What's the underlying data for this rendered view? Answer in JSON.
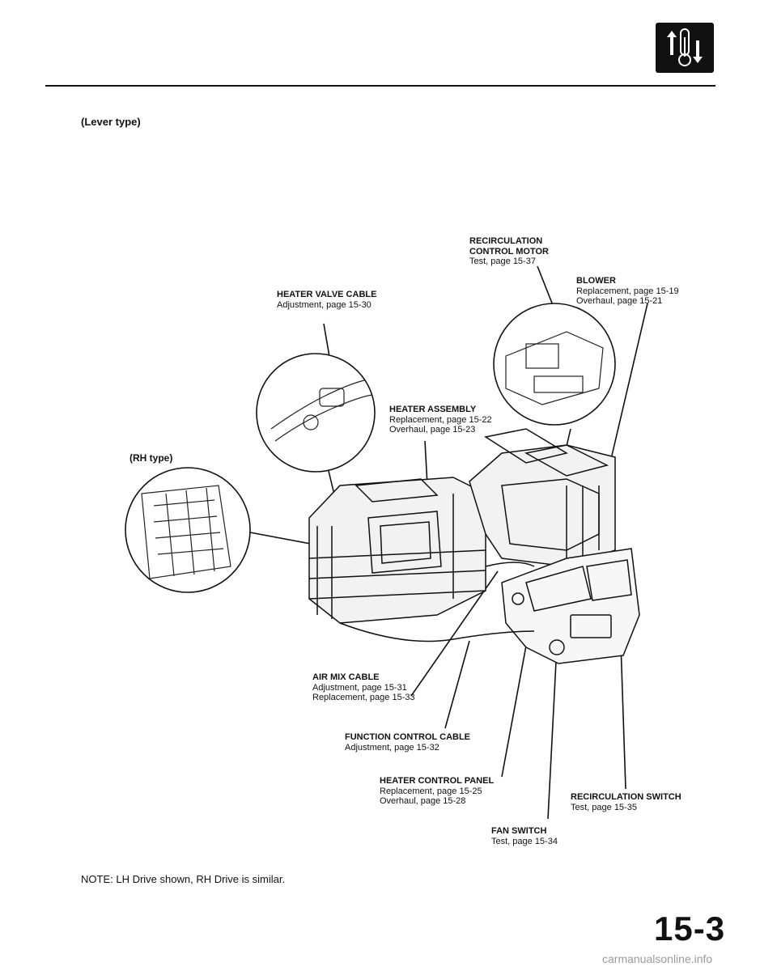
{
  "header": {
    "subtitle": "(Lever type)",
    "section_icon": "heater-thermometer-arrows-icon"
  },
  "callouts": {
    "recirc_motor": {
      "title": "RECIRCULATION CONTROL MOTOR",
      "line1": "Test, page 15-37"
    },
    "blower": {
      "title": "BLOWER",
      "line1": "Replacement, page 15-19",
      "line2": "Overhaul, page 15-21"
    },
    "heater_valve_cable": {
      "title": "HEATER VALVE CABLE",
      "line1": "Adjustment, page 15-30"
    },
    "heater_assembly": {
      "title": "HEATER ASSEMBLY",
      "line1": "Replacement, page 15-22",
      "line2": "Overhaul, page 15-23"
    },
    "air_mix_cable": {
      "title": "AIR MIX CABLE",
      "line1": "Adjustment, page 15-31",
      "line2": "Replacement, page 15-33"
    },
    "function_control_cable": {
      "title": "FUNCTION CONTROL CABLE",
      "line1": "Adjustment, page 15-32"
    },
    "heater_control_panel": {
      "title": "HEATER CONTROL PANEL",
      "line1": "Replacement, page 15-25",
      "line2": "Overhaul, page 15-28"
    },
    "recirc_switch": {
      "title": "RECIRCULATION SWITCH",
      "line1": "Test, page 15-35"
    },
    "fan_switch": {
      "title": "FAN SWITCH",
      "line1": "Test, page 15-34"
    }
  },
  "rh_type_label": "(RH type)",
  "note": "NOTE: LH Drive shown, RH Drive is similar.",
  "page_number": "15-3",
  "watermark": "carmanualsonline.info"
}
